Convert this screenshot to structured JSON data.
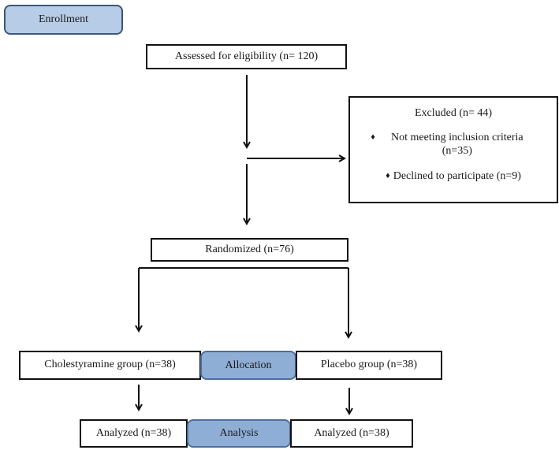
{
  "labels": {
    "enrollment": "Enrollment",
    "allocation": "Allocation",
    "analysis": "Analysis"
  },
  "boxes": {
    "assessed": "Assessed for eligibility (n= 120)",
    "excluded_title": "Excluded (n= 44)",
    "excluded_reason_1": "Not meeting inclusion criteria (n=35)",
    "excluded_reason_2": "Declined to participate (n=9)",
    "bullet": "♦",
    "randomized": "Randomized (n=76)",
    "group_left": "Cholestyramine group (n=38)",
    "group_right": "Placebo group (n=38)",
    "analyzed_left": "Analyzed (n=38)",
    "analyzed_right": "Analyzed (n=38)"
  },
  "colors": {
    "enrollment_fill": "#b7cde7",
    "stage_fill": "#8faed6",
    "line": "#111111"
  }
}
